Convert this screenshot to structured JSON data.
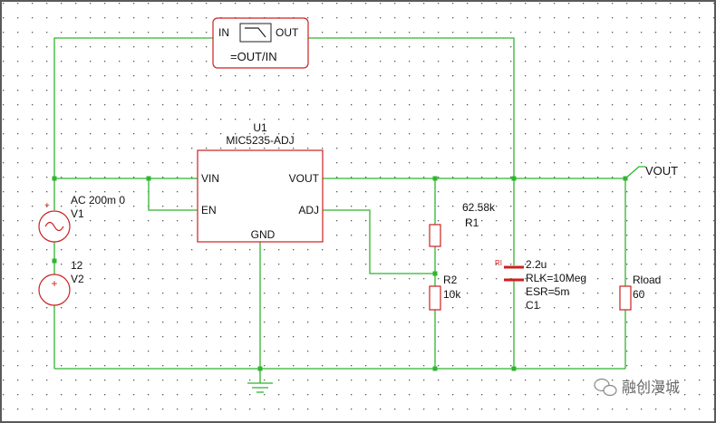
{
  "colors": {
    "wire": "#2fb52f",
    "component": "#cc2020",
    "frame": "#5a5a5a"
  },
  "probe": {
    "in_label": "IN",
    "out_label": "OUT",
    "expression": "=OUT/IN"
  },
  "regulator": {
    "ref": "U1",
    "part": "MIC5235-ADJ",
    "pins": {
      "vin": "VIN",
      "en": "EN",
      "vout": "VOUT",
      "adj": "ADJ",
      "gnd": "GND"
    }
  },
  "sources": {
    "v1": {
      "value": "AC 200m 0",
      "ref": "V1"
    },
    "v2": {
      "value": "12",
      "ref": "V2"
    }
  },
  "resistors": {
    "r1": {
      "value": "62.58k",
      "ref": "R1"
    },
    "r2": {
      "ref": "R2",
      "value": "10k"
    },
    "rload": {
      "ref": "Rload",
      "value": "60"
    }
  },
  "capacitor": {
    "value": "2.2u",
    "rlk": "RLK=10Meg",
    "esr": "ESR=5m",
    "ref": "C1",
    "marker": "RI"
  },
  "output_label": "VOUT",
  "watermark": {
    "icon": "wechat-icon",
    "text": "融创漫城"
  }
}
